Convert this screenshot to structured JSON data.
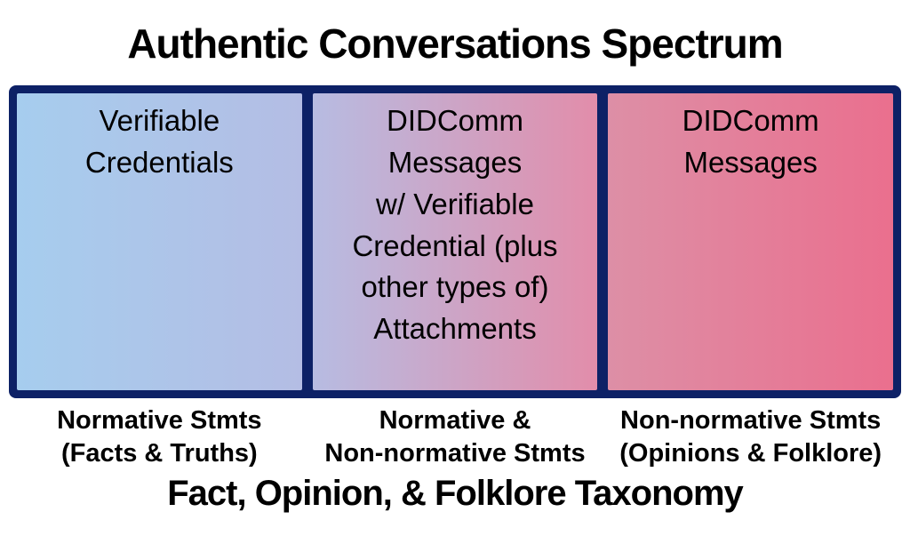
{
  "title": "Authentic Conversations Spectrum",
  "boxes": [
    "Verifiable\nCredentials",
    "DIDComm\nMessages\nw/ Verifiable\nCredential (plus\nother types of)\nAttachments",
    "DIDComm\nMessages"
  ],
  "labels": [
    "Normative Stmts\n(Facts & Truths)",
    "Normative &\nNon-normative Stmts",
    "Non-normative Stmts\n(Opinions & Folklore)"
  ],
  "footer": "Fact, Opinion, & Folklore Taxonomy",
  "colors": {
    "frame_navy": "#0d2166",
    "box1_start": "#a6cdee",
    "box1_end": "#b4bde4",
    "box2_start": "#b7bce2",
    "box2_end": "#e28daa",
    "box3_start": "#dd8fa6",
    "box3_end": "#ea6f8e",
    "text": "#000000",
    "background": "#ffffff"
  }
}
